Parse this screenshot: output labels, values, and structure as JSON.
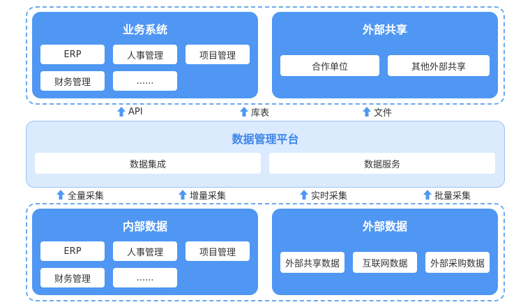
{
  "top": {
    "business": {
      "title": "业务系统",
      "items": [
        "ERP",
        "人事管理",
        "项目管理",
        "财务管理",
        "......"
      ]
    },
    "external_share": {
      "title": "外部共享",
      "items": [
        "合作单位",
        "其他外部共享"
      ]
    }
  },
  "upper_flows": [
    "API",
    "库表",
    "文件"
  ],
  "platform": {
    "title": "数据管理平台",
    "items": [
      "数据集成",
      "数据服务"
    ]
  },
  "lower_flows": [
    "全量采集",
    "增量采集",
    "实时采集",
    "批量采集"
  ],
  "bottom": {
    "internal_data": {
      "title": "内部数据",
      "items": [
        "ERP",
        "人事管理",
        "项目管理",
        "财务管理",
        "......"
      ]
    },
    "external_data": {
      "title": "外部数据",
      "items": [
        "外部共享数据",
        "互联网数据",
        "外部采购数据"
      ]
    }
  },
  "colors": {
    "panel": "#4f97f3",
    "platform_bg": "#dbeafd",
    "dashed": "#6aa8f0",
    "arrow": "#4f97f3"
  }
}
